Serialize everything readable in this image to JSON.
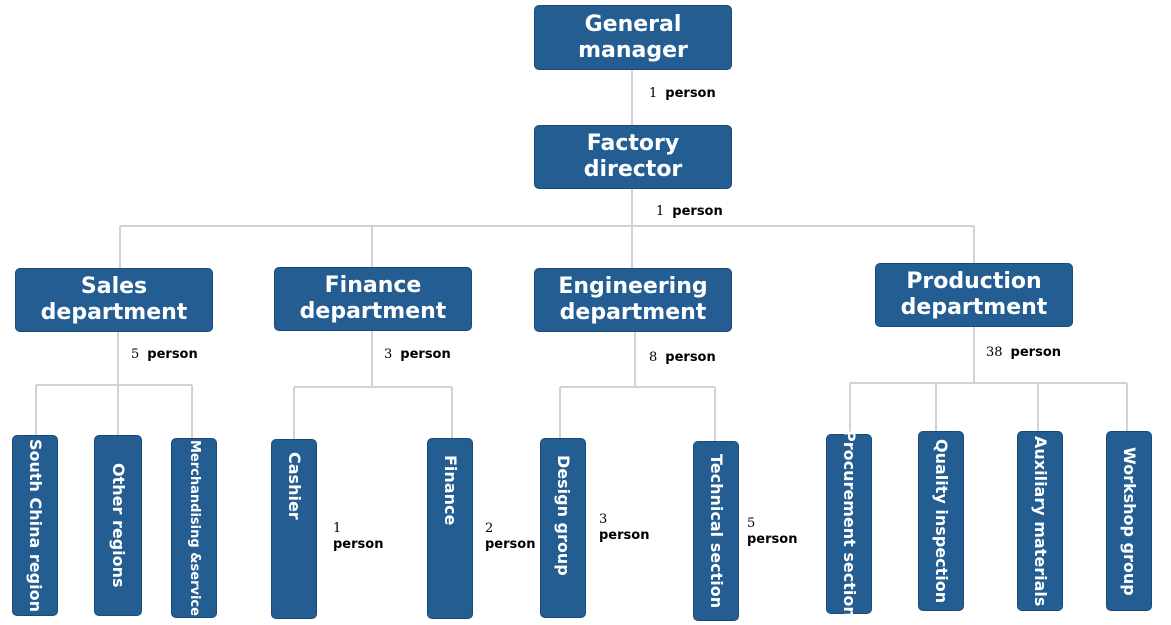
{
  "top": {
    "general_manager": "General\nmanager",
    "general_manager_count": "1",
    "factory_director": "Factory\ndirector",
    "factory_director_count": "1"
  },
  "unit": "person",
  "departments": [
    {
      "label": "Sales\ndepartment",
      "count": "5"
    },
    {
      "label": "Finance\ndepartment",
      "count": "3"
    },
    {
      "label": "Engineering\ndepartment",
      "count": "8"
    },
    {
      "label": "Production\ndepartment",
      "count": "38"
    }
  ],
  "units": {
    "south_china": "South China region",
    "other_regions": "Other regions",
    "merchandising": "Merchandising &service",
    "cashier": "Cashier",
    "cashier_count": "1",
    "finance": "Finance",
    "finance_count": "2",
    "design": "Design group",
    "design_count": "3",
    "technical": "Technical section",
    "technical_count": "5",
    "procurement": "Procurement section",
    "quality": "Quality inspection",
    "auxiliary": "Auxiliary materials",
    "workshop": "Workshop group"
  },
  "colors": {
    "box": "#235d92",
    "line": "#d2d2d2"
  }
}
